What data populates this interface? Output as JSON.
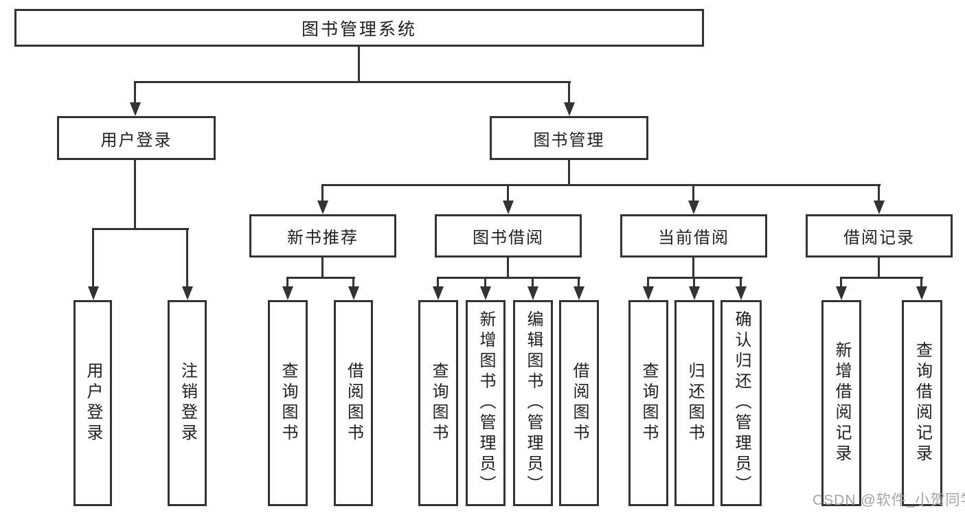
{
  "colors": {
    "line": "#333333",
    "text": "#1f1f1f",
    "watermark": "#a4a4a4",
    "background": "#ffffff"
  },
  "diagram": {
    "root": "图书管理系统",
    "level2": {
      "user_login": "用户登录",
      "book_mgmt": "图书管理"
    },
    "level3": {
      "new_book": "新书推荐",
      "book_borrow": "图书借阅",
      "current_borrow": "当前借阅",
      "borrow_record": "借阅记录"
    },
    "leaves": {
      "user_login": "用户登录",
      "logout": "注销登录",
      "newbook_query": "查询图书",
      "newbook_borrow": "借阅图书",
      "borrow_query": "查询图书",
      "borrow_add": "新增图书（管理员）",
      "borrow_edit": "编辑图书（管理员）",
      "borrow_borrow": "借阅图书",
      "current_query": "查询图书",
      "current_return": "归还图书",
      "current_confirm": "确认归还（管理员）",
      "record_add": "新增借阅记录",
      "record_query": "查询借阅记录"
    }
  },
  "watermark": "CSDN @软件_小贺同学"
}
